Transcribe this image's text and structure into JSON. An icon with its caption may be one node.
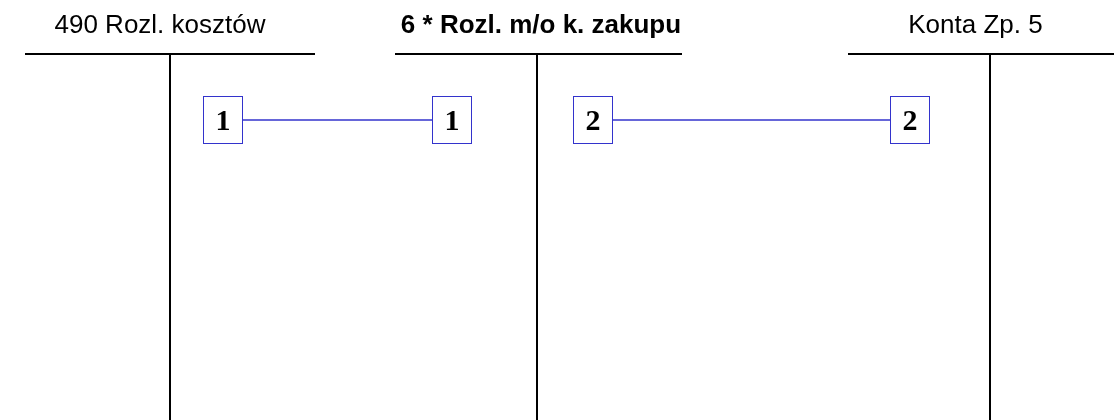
{
  "diagram": {
    "nodes": [
      {
        "text": [
          "1"
        ]
      },
      {
        "text": [
          "1"
        ]
      },
      {
        "text": [
          "2"
        ]
      },
      {
        "text": [
          "2"
        ]
      }
    ],
    "edges": [
      {
        "from": 0,
        "to": 1,
        "arrow": "none"
      },
      {
        "from": 2,
        "to": 3,
        "arrow": "none"
      }
    ],
    "labels": [
      "490 Rozl. kosztów",
      "6 * Rozl. m/o k. zakupu",
      "Konta Zp. 5"
    ]
  }
}
